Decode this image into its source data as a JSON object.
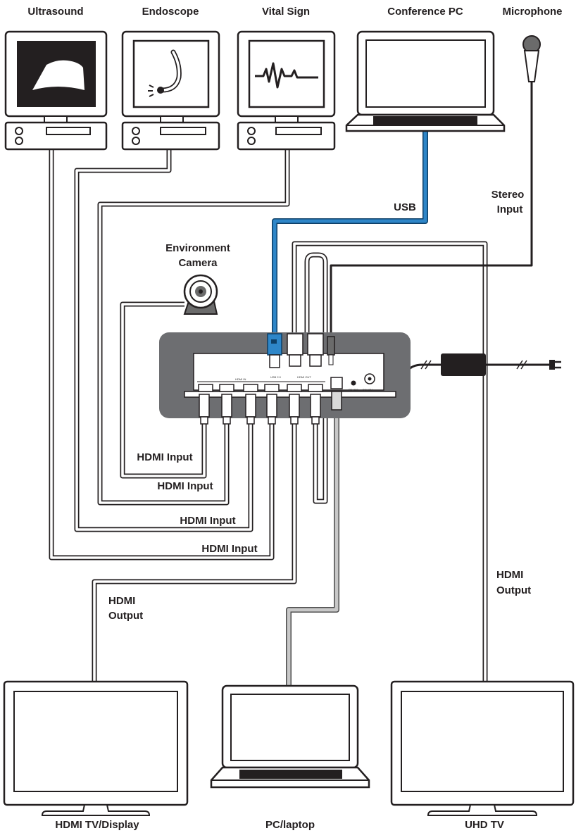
{
  "devices": {
    "ultrasound": "Ultrasound",
    "endoscope": "Endoscope",
    "vital_sign": "Vital Sign",
    "conference_pc": "Conference PC",
    "microphone": "Microphone",
    "camera_line1": "Environment",
    "camera_line2": "Camera",
    "hdmi_tv": "HDMI TV/Display",
    "pc_laptop": "PC/laptop",
    "uhd_tv": "UHD TV"
  },
  "connections": {
    "usb": "USB",
    "stereo_line1": "Stereo",
    "stereo_line2": "Input",
    "hdmi_input": "HDMI Input",
    "hdmi_output_line1": "HDMI",
    "hdmi_output_line2": "Output"
  },
  "panel": {
    "hdmi_in": "HDMI IN",
    "usb_2": "USB 2.0",
    "hdmi_out": "HDMI OUT",
    "rs232": "RS-232",
    "dc": "DC 12V"
  },
  "colors": {
    "usb_cable": "#1f6aa8",
    "lan_cable": "#bdbdbd",
    "device_gray": "#6b6b6b",
    "outline": "#231f20"
  }
}
